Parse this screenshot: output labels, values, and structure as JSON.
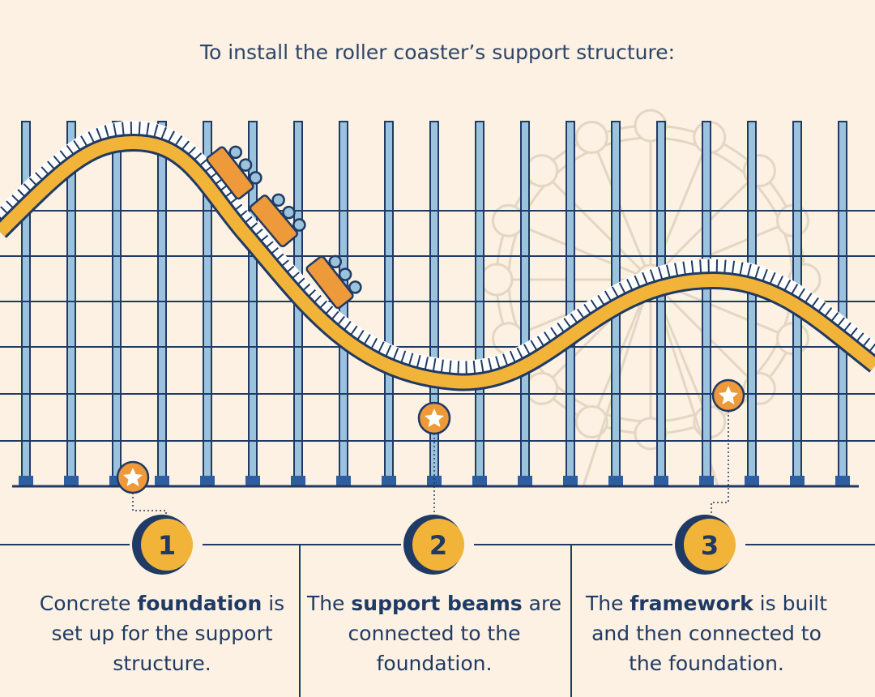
{
  "intro": "To install the roller coaster’s support structure:",
  "steps": [
    {
      "number": "1",
      "pre": "Concrete ",
      "bold": "foundation",
      "post": " is set up for the support structure."
    },
    {
      "number": "2",
      "pre": "The ",
      "bold": "support beams",
      "post": " are connected to the foundation."
    },
    {
      "number": "3",
      "pre": "The ",
      "bold": "framework",
      "post": " is built and then connected to the foundation."
    }
  ],
  "colors": {
    "background": "#fcf1e2",
    "navy": "#1f3a64",
    "track": "#f2b339",
    "beam": "#9cc3de",
    "cart": "#ef9a3a",
    "ferris_wheel": "#e3d6c3"
  },
  "icons": [
    "star-marker-icon",
    "ferris-wheel-icon",
    "roller-coaster-cart-icon"
  ]
}
